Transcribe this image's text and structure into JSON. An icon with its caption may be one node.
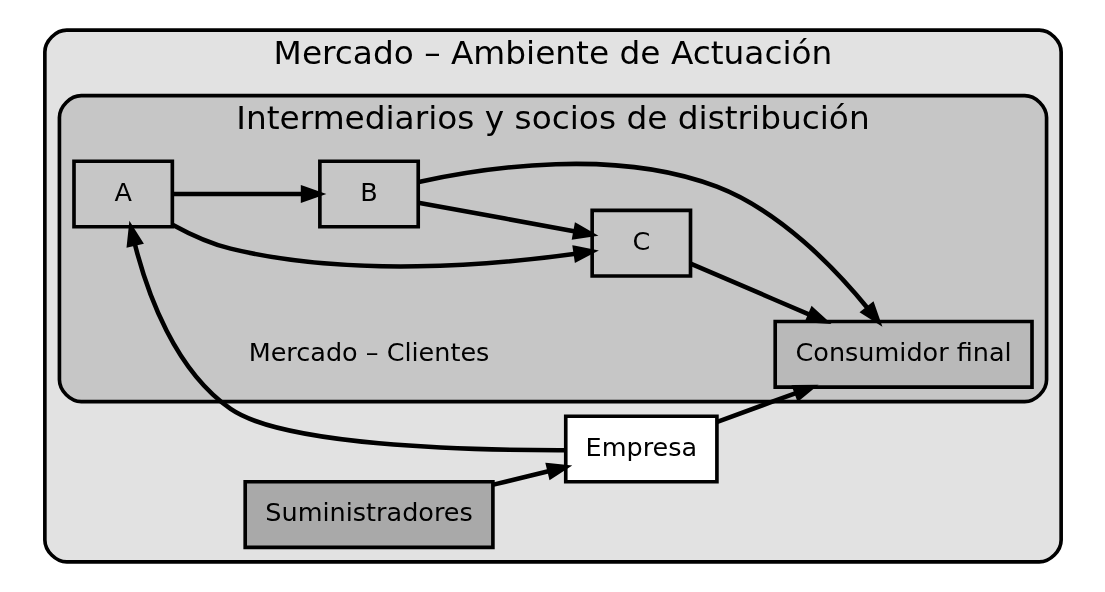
{
  "diagram": {
    "nodes": [
      {
        "text": [
          "Mercado – Ambiente de Actuación"
        ]
      },
      {
        "text": [
          "Intermediarios y socios de distribución"
        ],
        "in": 0
      },
      {
        "text": [
          "Suministradores"
        ],
        "in": 0
      },
      {
        "text": [
          "Empresa"
        ],
        "in": 0
      },
      {
        "text": [
          "A"
        ],
        "in": 1
      },
      {
        "text": [
          "B"
        ],
        "in": 1
      },
      {
        "text": [
          "C"
        ],
        "in": 1
      },
      {
        "text": [
          "Consumidor final"
        ],
        "in": 1
      }
    ],
    "edges": [
      {
        "from": 2,
        "to": 3,
        "arrow": "to"
      },
      {
        "from": 3,
        "to": 4,
        "arrow": "to"
      },
      {
        "from": 3,
        "to": 7,
        "arrow": "to"
      },
      {
        "from": 4,
        "to": 5,
        "arrow": "to"
      },
      {
        "from": 5,
        "to": 6,
        "arrow": "to"
      },
      {
        "from": 6,
        "to": 7,
        "arrow": "to"
      },
      {
        "from": 4,
        "to": 6,
        "arrow": "to"
      },
      {
        "from": 5,
        "to": 7,
        "arrow": "to"
      }
    ],
    "labels": [
      "Mercado – Clientes"
    ]
  }
}
